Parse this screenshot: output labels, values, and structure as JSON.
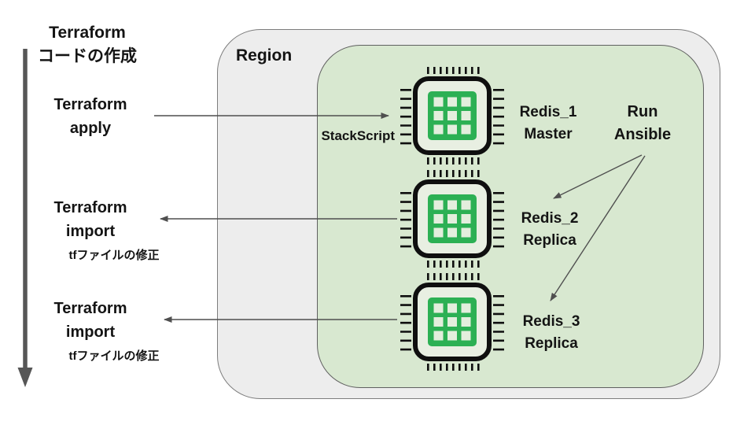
{
  "colors": {
    "chip_green": "#2cb054",
    "chip_squares": "#e3eedd",
    "chip_outline": "#0f0f0f",
    "region_fill": "#ededed",
    "region_border": "#7d7d7d",
    "zone_fill": "#d8e8d0",
    "zone_border": "#606060",
    "arrow_gray": "#4f4f4f",
    "flow_arrow_gray": "#565656",
    "text": "#141414"
  },
  "workflow": {
    "title_line1": "Terraform",
    "title_line2": "コードの作成",
    "steps": [
      {
        "line1": "Terraform",
        "line2": "apply"
      },
      {
        "line1": "Terraform",
        "line2": "import",
        "note": "tfファイルの修正"
      },
      {
        "line1": "Terraform",
        "line2": "import",
        "note": "tfファイルの修正"
      }
    ]
  },
  "region": {
    "label": "Region",
    "stackscript_label": "StackScript",
    "run_ansible": {
      "line1": "Run",
      "line2": "Ansible"
    },
    "nodes": [
      {
        "line1": "Redis_1",
        "line2": "Master"
      },
      {
        "line1": "Redis_2",
        "line2": "Replica"
      },
      {
        "line1": "Redis_3",
        "line2": "Replica"
      }
    ]
  },
  "icons": {
    "chip": "cpu-chip-icon",
    "flow_arrow": "down-arrow-icon"
  }
}
